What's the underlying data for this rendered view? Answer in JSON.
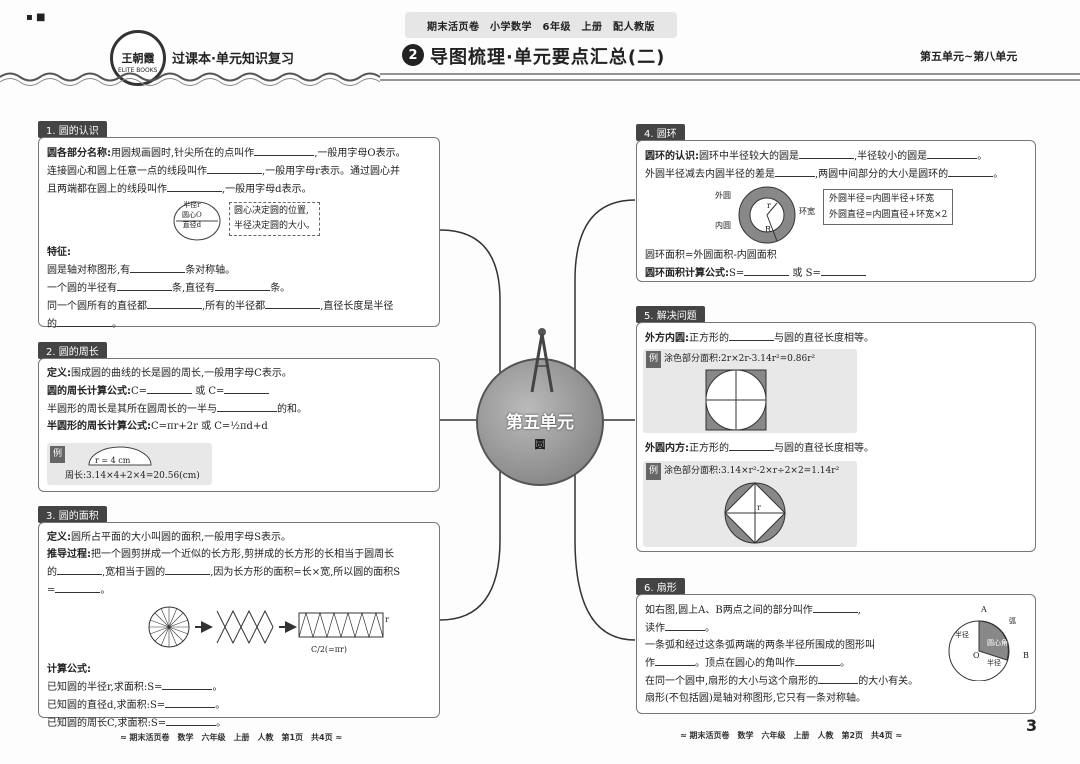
{
  "header": {
    "top_band": "期末活页卷　小学数学　6年级　上册　配人教版",
    "logo_text": "王朝霞",
    "logo_sub": "ELITE BOOKS",
    "subtitle": "过课本·单元知识复习",
    "number": "2",
    "title": "导图梳理·单元要点汇总(二)",
    "range": "第五单元~第八单元"
  },
  "center": {
    "title": "第五单元",
    "subtitle": "圆"
  },
  "sec1": {
    "tag": "1. 圆的认识",
    "l1_b": "圆各部分名称:",
    "l1": "用圆规画圆时,针尖所在的点叫作",
    "l1_end": ",一般用字母O表示。",
    "l2": "连接圆心和圆上任意一点的线段叫作",
    "l2_end": ",一般用字母r表示。通过圆心并",
    "l3": "且两端都在圆上的线段叫作",
    "l3_end": ",一般用字母d表示。",
    "diag_r": "半径r",
    "diag_o": "圆心O",
    "diag_d": "直径d",
    "note1": "圆心决定圆的位置,",
    "note2": "半径决定圆的大小。",
    "feat": "特征:",
    "f1": "圆是轴对称图形,有",
    "f1_end": "条对称轴。",
    "f2": "一个圆的半径有",
    "f2_mid": "条,直径有",
    "f2_end": "条。",
    "f3": "同一个圆所有的直径都",
    "f3_mid": ",所有的半径都",
    "f3_end": ",直径长度是半径",
    "f4": "的",
    "f4_end": "。"
  },
  "sec2": {
    "tag": "2. 圆的周长",
    "d_b": "定义:",
    "d": "围成圆的曲线的长是圆的周长,一般用字母C表示。",
    "f_b": "圆的周长计算公式:",
    "f": "C=",
    "f_or": "或 C=",
    "h": "半圆形的周长是其所在圆周长的一半与",
    "h_end": "的和。",
    "s_b": "半圆形的周长计算公式:",
    "s": "C=πr+2r 或 C=½πd+d",
    "ex": "例",
    "ex_r": "r = 4 cm",
    "ex_calc": "周长:3.14×4+2×4=20.56(cm)"
  },
  "sec3": {
    "tag": "3. 圆的面积",
    "d_b": "定义:",
    "d": "圆所占平面的大小叫圆的面积,一般用字母S表示。",
    "p_b": "推导过程:",
    "p1": "把一个圆剪拼成一个近似的长方形,剪拼成的长方形的长相当于圆周长",
    "p2": "的",
    "p2_mid": ",宽相当于圆的",
    "p2_mid2": ",因为长方形的面积=长×宽,所以圆的面积S",
    "p3": "=",
    "p3_end": "。",
    "fig_r": "r",
    "fig_c": "C/2(=πr)",
    "calc_b": "计算公式:",
    "c1": "已知圆的半径r,求面积:S=",
    "c2": "已知圆的直径d,求面积:S=",
    "c3": "已知圆的周长C,求面积:S=",
    "c_end": "。"
  },
  "sec4": {
    "tag": "4. 圆环",
    "r_b": "圆环的认识:",
    "r1": "圆环中半径较大的圆是",
    "r1_mid": ",半径较小的圆是",
    "r1_end": "。",
    "r2": "外圆半径减去内圆半径的差是",
    "r2_mid": ",两圆中间部分的大小是圆环的",
    "r2_end": "。",
    "outer": "外圆",
    "inner": "内圆",
    "width": "环宽",
    "lbl_r": "r",
    "lbl_R": "R",
    "box1": "外圆半径=内圆半径+环宽",
    "box2": "外圆直径=内圆直径+环宽×2",
    "area": "圆环面积=外圆面积-内圆面积",
    "f_b": "圆环面积计算公式:",
    "f": "S=",
    "f_or": "或 S="
  },
  "sec5": {
    "tag": "5. 解决问题",
    "a_b": "外方内圆:",
    "a": "正方形的",
    "a_end": "与圆的直径长度相等。",
    "ex1": "例",
    "ex1_t": "涂色部分面积:2r×2r-3.14r²=0.86r²",
    "b_b": "外圆内方:",
    "b": "正方形的",
    "b_end": "与圆的直径长度相等。",
    "ex2": "例",
    "ex2_t": "涂色部分面积:3.14×r²-2×r÷2×2=1.14r²",
    "fig_r": "r"
  },
  "sec6": {
    "tag": "6. 扇形",
    "l1": "如右图,圆上A、B两点之间的部分叫作",
    "l1_end": ",",
    "l2": "读作",
    "l2_end": "。",
    "l3": "一条弧和经过这条弧两端的两条半径所围成的图形叫",
    "l4": "作",
    "l4_mid": "。顶点在圆心的角叫作",
    "l4_end": "。",
    "l5": "在同一个圆中,扇形的大小与这个扇形的",
    "l5_end": "的大小有关。",
    "l6": "扇形(不包括圆)是轴对称图形,它只有一条对称轴。",
    "fig_a": "A",
    "fig_b": "B",
    "fig_o": "O",
    "fig_arc": "弧",
    "fig_r1": "半径",
    "fig_r2": "半径",
    "fig_angle": "圆心角"
  },
  "footer": {
    "left": "≈ 期末活页卷　数学　六年级　上册　人教　第1页　共4页 ≈",
    "right": "≈ 期末活页卷　数学　六年级　上册　人教　第2页　共4页 ≈",
    "page": "3"
  }
}
